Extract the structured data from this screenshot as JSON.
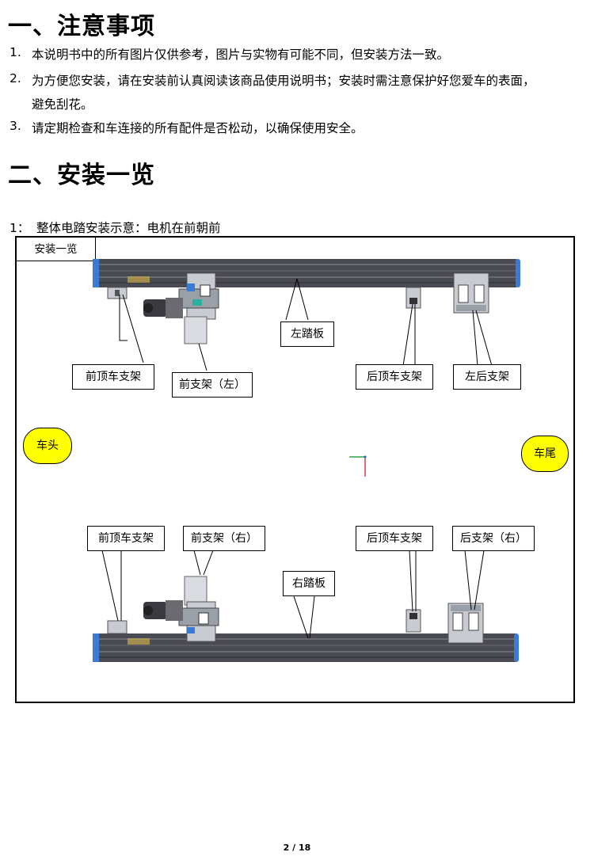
{
  "section1": {
    "heading": "一、注意事项",
    "items": [
      {
        "num": "1.",
        "lines": [
          "本说明书中的所有图片仅供参考，图片与实物有可能不同，但安装方法一致。"
        ]
      },
      {
        "num": "2.",
        "lines": [
          "为方便您安装，请在安装前认真阅读该商品使用说明书；安装时需注意保护好您爱车的表面，",
          "避免刮花。"
        ]
      },
      {
        "num": "3.",
        "lines": [
          "请定期检查和车连接的所有配件是否松动，以确保使用安全。"
        ]
      }
    ]
  },
  "section2": {
    "heading": "二、安装一览",
    "subtitle_num": "1：",
    "subtitle": "整体电踏安装示意：电机在前朝前"
  },
  "figure": {
    "label": "安装一览",
    "top_callouts": {
      "left_board": "左踏板",
      "front_roof": "前顶车支架",
      "front_bracket_left": "前支架（左）",
      "rear_roof": "后顶车支架",
      "left_rear_bracket": "左后支架"
    },
    "bottom_callouts": {
      "front_roof": "前顶车支架",
      "front_bracket_right": "前支架（右）",
      "right_board": "右踏板",
      "rear_roof": "后顶车支架",
      "rear_bracket_right": "后支架（右）"
    },
    "car_front": "车头",
    "car_rear": "车尾",
    "colors": {
      "oval": "#ffff00",
      "board": "#4a4a52",
      "board_end": "#3a7bd5"
    }
  },
  "footer": {
    "page": "2 / 18"
  }
}
